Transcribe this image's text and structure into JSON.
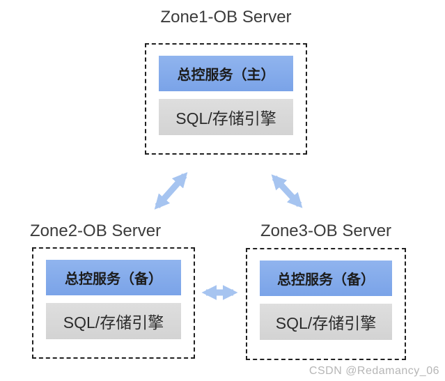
{
  "diagram": {
    "zones": [
      {
        "title": "Zone1-OB Server",
        "service_label": "总控服务（主）",
        "engine_label": "SQL/存储引擎",
        "role": "primary"
      },
      {
        "title": "Zone2-OB Server",
        "service_label": "总控服务（备）",
        "engine_label": "SQL/存储引擎",
        "role": "standby"
      },
      {
        "title": "Zone3-OB Server",
        "service_label": "总控服务（备）",
        "engine_label": "SQL/存储引擎",
        "role": "standby"
      }
    ],
    "connections": [
      {
        "from": "Zone1-OB Server",
        "to": "Zone2-OB Server",
        "type": "bidirectional-arrow"
      },
      {
        "from": "Zone1-OB Server",
        "to": "Zone3-OB Server",
        "type": "bidirectional-arrow"
      },
      {
        "from": "Zone2-OB Server",
        "to": "Zone3-OB Server",
        "type": "bidirectional-arrow"
      }
    ],
    "colors": {
      "service_box_blue": "#7fa8ea",
      "engine_box_gray": "#d7d7d7",
      "arrow_blue": "#a6c4f0",
      "dashed_border": "#1f1f1f",
      "title_text": "#3b3b3b"
    },
    "watermark": "CSDN @Redamancy_06"
  }
}
